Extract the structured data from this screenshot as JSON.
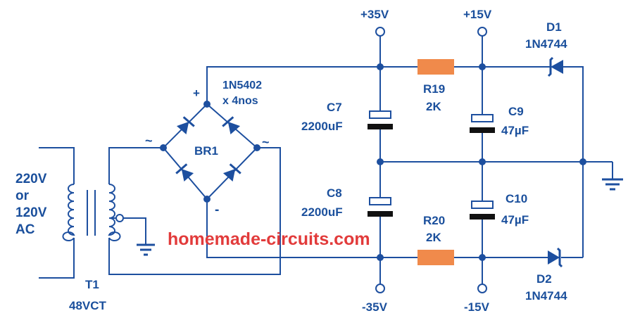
{
  "colors": {
    "wire": "#1d4f9f",
    "label": "#1a4f9c",
    "resistor": "#f08a4b",
    "capacitor_plate": "#111111",
    "watermark": "#e23b3b",
    "background": "#ffffff"
  },
  "labels": {
    "input_voltage_line1": "220V",
    "input_voltage_line2": "or",
    "input_voltage_line3": "120V",
    "input_voltage_line4": "AC",
    "transformer_name": "T1",
    "transformer_spec": "48VCT",
    "bridge_name": "BR1",
    "bridge_diode_line1": "1N5402",
    "bridge_diode_line2": "x 4nos",
    "bridge_plus": "+",
    "bridge_minus": "-",
    "bridge_ac_left": "~",
    "bridge_ac_right": "~",
    "pos35": "+35V",
    "neg35": "-35V",
    "pos15": "+15V",
    "neg15": "-15V",
    "c7_name": "C7",
    "c7_value": "2200uF",
    "c8_name": "C8",
    "c8_value": "2200uF",
    "r19_name": "R19",
    "r19_value": "2K",
    "r20_name": "R20",
    "r20_value": "2K",
    "c9_name": "C9",
    "c9_value": "47µF",
    "c10_name": "C10",
    "c10_value": "47µF",
    "d1_name": "D1",
    "d1_part": "1N4744",
    "d2_name": "D2",
    "d2_part": "1N4744"
  },
  "watermark": "homemade-circuits.com",
  "icons": {
    "ground": "ground-icon",
    "terminal": "terminal-icon",
    "diode": "diode-icon",
    "zener": "zener-diode-icon",
    "resistor": "resistor-icon",
    "capacitor": "capacitor-icon",
    "transformer": "transformer-icon"
  }
}
